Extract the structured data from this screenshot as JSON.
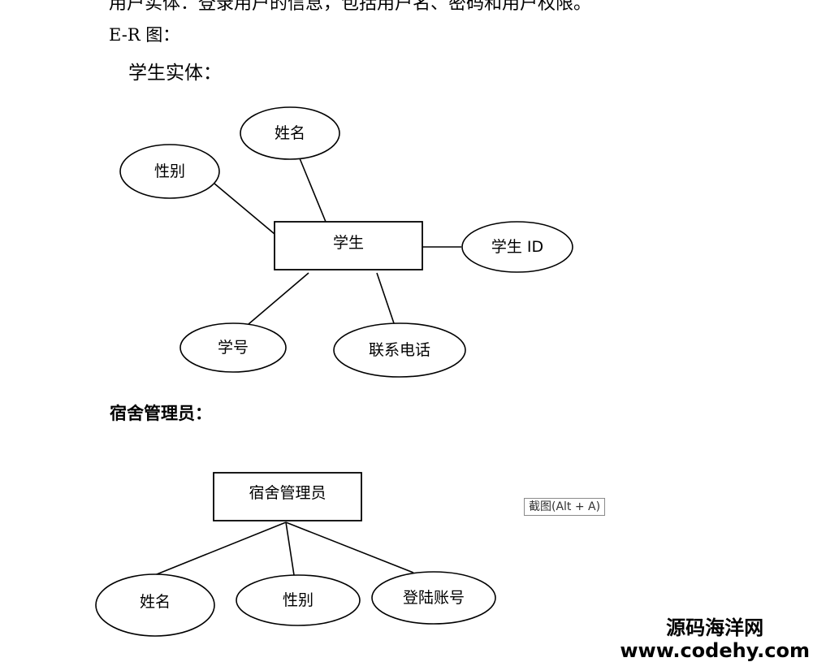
{
  "document": {
    "cut_line_text": "用户实体：登录用户的信息，包括用户名、密码和用户权限。",
    "er_heading": "E-R 图：",
    "student_heading": "学生实体：",
    "admin_heading": "宿舍管理员："
  },
  "student_diagram": {
    "entity": "学生",
    "attributes": {
      "name": "姓名",
      "gender": "性别",
      "student_id": "学生 ID",
      "student_no": "学号",
      "phone": "联系电话"
    }
  },
  "admin_diagram": {
    "entity": "宿舍管理员",
    "attributes": {
      "name": "姓名",
      "gender": "性别",
      "login_account": "登陆账号"
    }
  },
  "overlay": {
    "screenshot_tip": "截图(Alt + A)"
  },
  "watermark": {
    "name": "源码海洋网",
    "url": "www.codehy.com"
  }
}
